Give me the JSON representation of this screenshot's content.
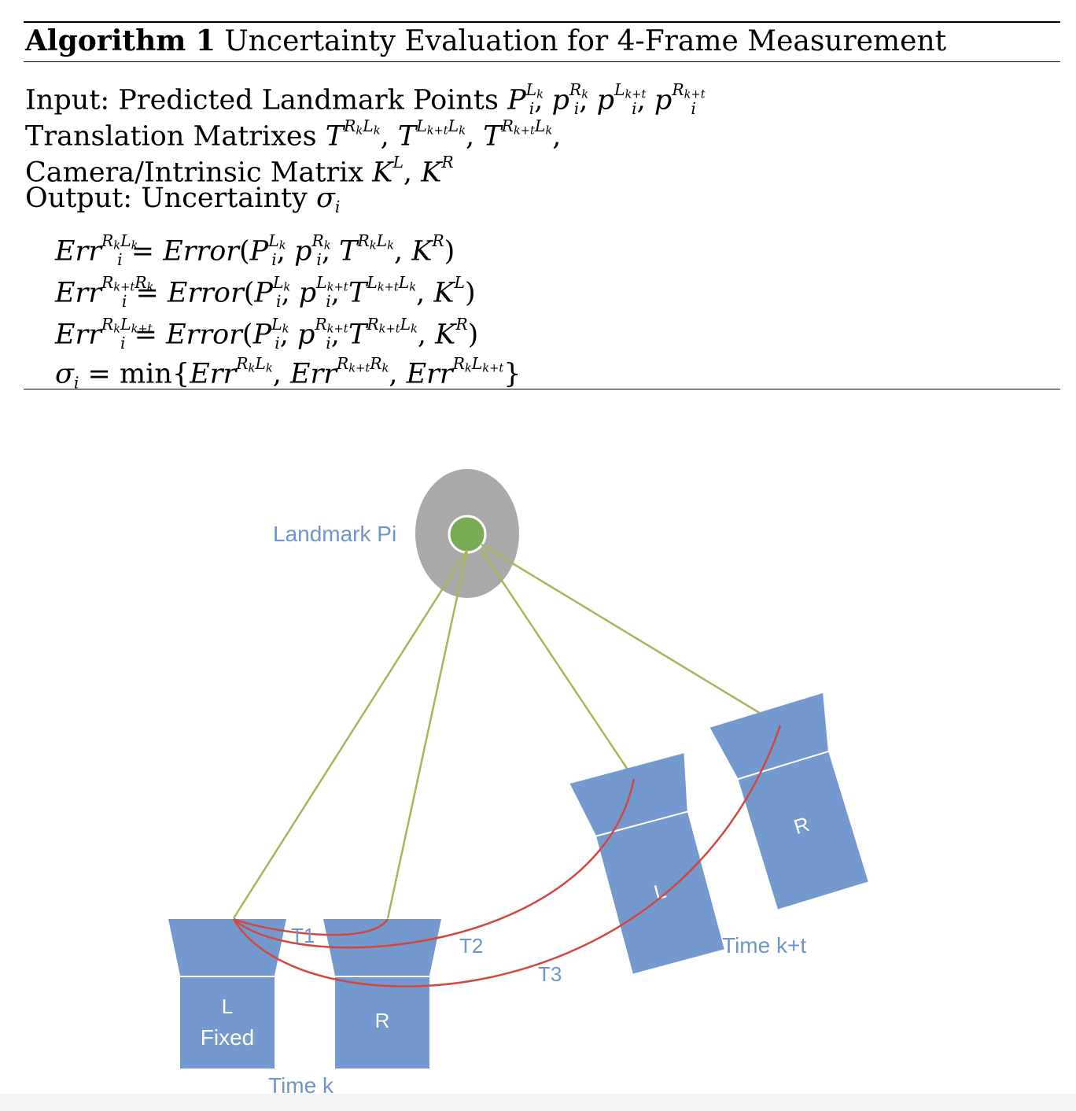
{
  "algorithm": {
    "label": "Algorithm 1",
    "title": "Uncertainty Evaluation for 4-Frame Measurement",
    "input_label": "Input: Predicted Landmark Points",
    "translation_label": "Translation Matrixes",
    "camera_label": "Camera/Intrinsic Matrix",
    "output_label": "Output: Uncertainty",
    "steps": [
      {
        "lhs": "Err",
        "rhs": "Error"
      },
      {
        "lhs": "Err",
        "rhs": "Error"
      },
      {
        "lhs": "Err",
        "rhs": "Error"
      },
      {
        "lhs": "σ",
        "rhs": "min"
      }
    ]
  },
  "diagram": {
    "landmark_label": "Landmark Pi",
    "cameras": {
      "left_fixed": [
        "L",
        "Fixed"
      ],
      "right_k": "R",
      "left_kt": "L",
      "right_kt": "R"
    },
    "transforms": [
      "T1",
      "T2",
      "T3"
    ],
    "time_labels": {
      "k": "Time k",
      "kt": "Time k+t"
    },
    "colors": {
      "camera": "#7399cf",
      "camera_label": "#ffffff",
      "ray": "#a6b65a",
      "transform": "#d0483e",
      "landmark": "#77ab55",
      "uncertainty": "#a9a9a9",
      "text": "#6f94cc"
    }
  }
}
